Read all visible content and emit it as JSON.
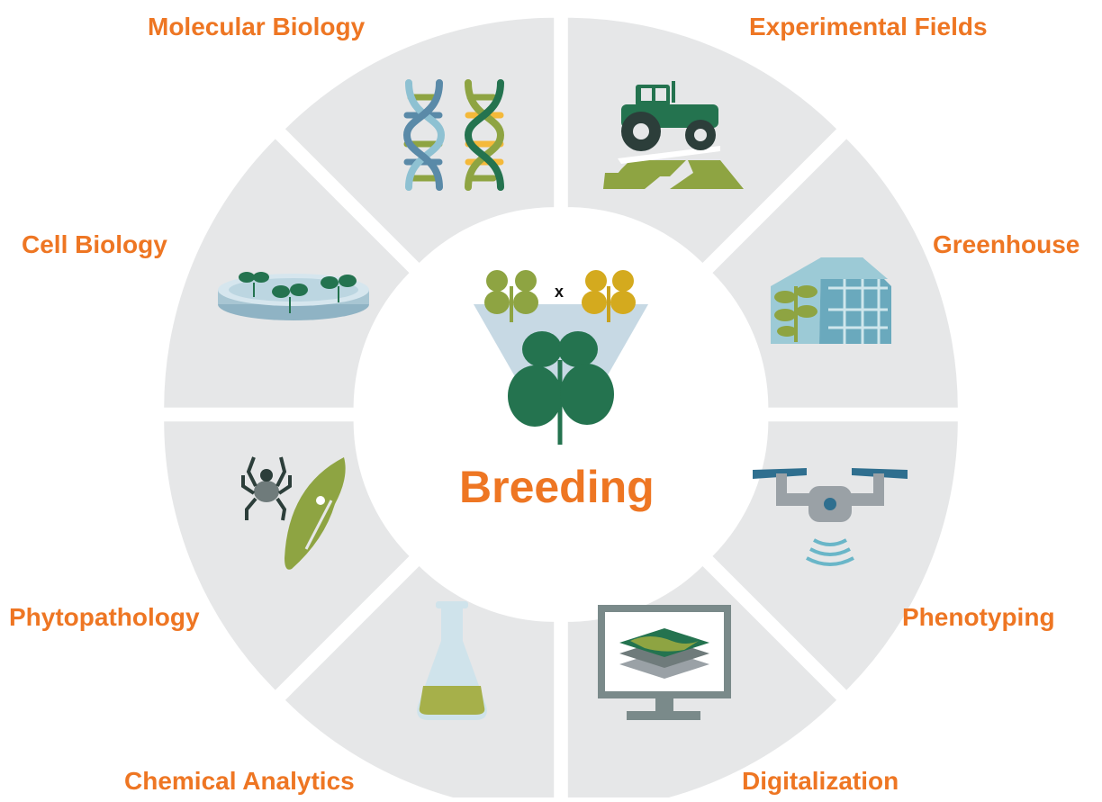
{
  "diagram": {
    "center_label": "Breeding",
    "cross_symbol": "x",
    "segments": [
      {
        "label": "Molecular Biology",
        "icon": "dna-icon"
      },
      {
        "label": "Experimental Fields",
        "icon": "tractor-field-icon"
      },
      {
        "label": "Greenhouse",
        "icon": "greenhouse-icon"
      },
      {
        "label": "Phenotyping",
        "icon": "drone-icon"
      },
      {
        "label": "Digitalization",
        "icon": "monitor-map-icon"
      },
      {
        "label": "Chemical Analytics",
        "icon": "flask-icon"
      },
      {
        "label": "Phytopathology",
        "icon": "pest-leaf-icon"
      },
      {
        "label": "Cell Biology",
        "icon": "petri-dish-seedlings-icon"
      }
    ]
  },
  "colors": {
    "label_orange": "#ee7623",
    "segment_gray": "#e6e7e8",
    "dark_green": "#24734f",
    "olive_green": "#8ea442",
    "steel_blue": "#5a8aa8",
    "yellow": "#f4b93a"
  }
}
